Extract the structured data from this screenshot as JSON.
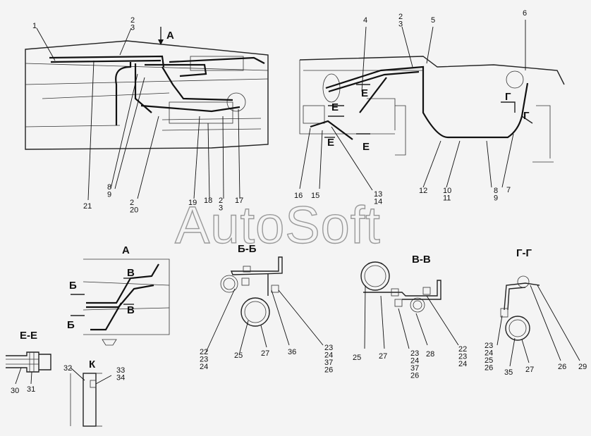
{
  "watermark": "AutoSoft",
  "section_titles": {
    "a": "А",
    "bb": "Б-Б",
    "vv": "В-В",
    "gg": "Г-Г",
    "ee": "Е-Е",
    "k": "К"
  },
  "markers": {
    "a_arrow": "А",
    "e1": "Е",
    "e2": "Е",
    "e3": "Е",
    "e4": "Е",
    "g1": "Г",
    "g2": "Г",
    "b1": "Б",
    "b2": "Б",
    "v1": "В",
    "v2": "В"
  },
  "callouts": {
    "c1": "1",
    "c2_3_top": "2\n3",
    "c21": "21",
    "c8_9": "8\n9",
    "c2_20": "2\n20",
    "c19": "19",
    "c18": "18",
    "c2_3_bot": "2\n3",
    "c17": "17",
    "c4": "4",
    "c2_3_right": "2\n3",
    "c5": "5",
    "c6": "6",
    "c16": "16",
    "c15": "15",
    "c13_14": "13\n14",
    "c12": "12",
    "c10_11": "10\n11",
    "c8_9_right": "8\n9",
    "c7": "7",
    "c22_24_bb": "22\n23\n24",
    "c25_bb": "25",
    "c27_bb": "27",
    "c36": "36",
    "c23_26_bb": "23\n24\n37\n26",
    "c25_vv": "25",
    "c27_vv": "27",
    "c23_26_vv": "23\n24\n37\n26",
    "c28": "28",
    "c22_24_vv": "22\n23\n24",
    "c23_26_gg": "23\n24\n25\n26",
    "c35": "35",
    "c27_gg": "27",
    "c26_gg": "26",
    "c29": "29",
    "c30": "30",
    "c31": "31",
    "c32": "32",
    "c33_34": "33\n34"
  }
}
